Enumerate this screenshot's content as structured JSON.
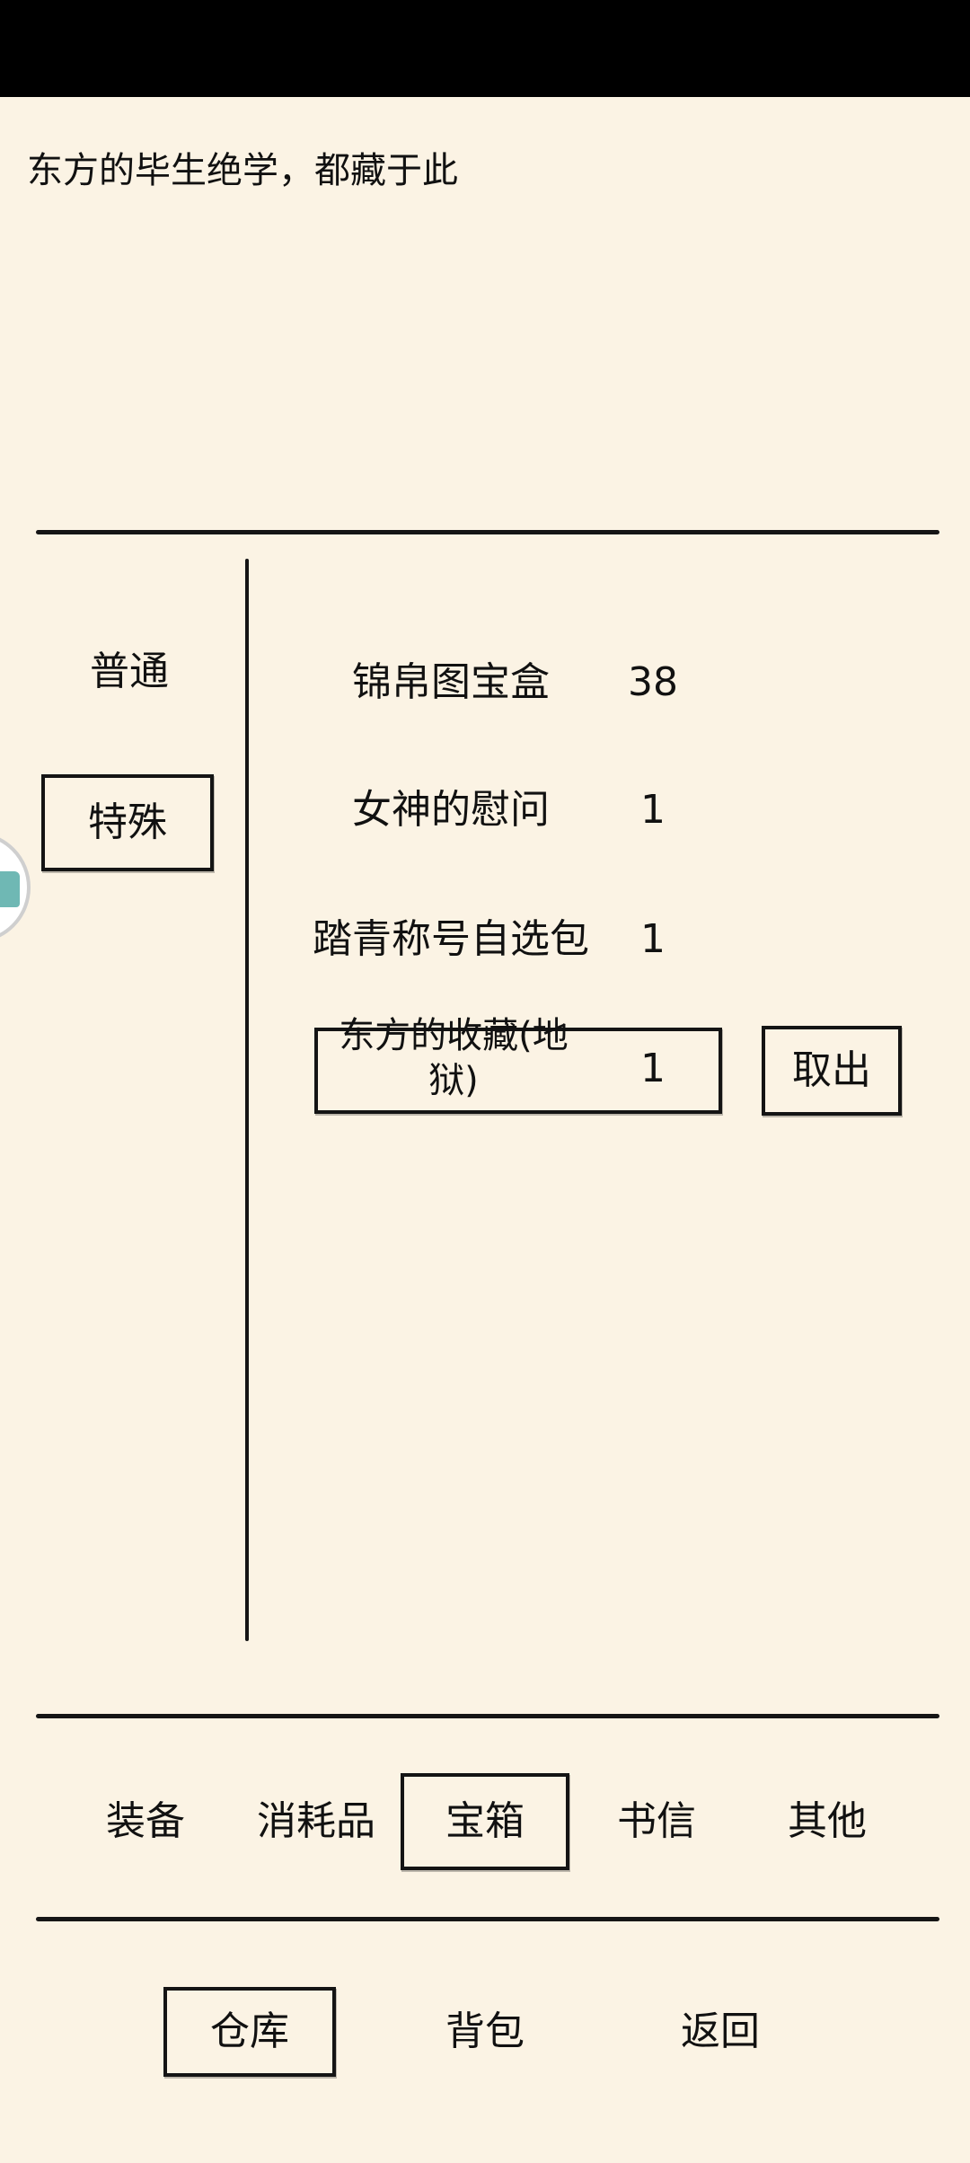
{
  "header": {
    "description": "东方的毕生绝学，都藏于此"
  },
  "left_tabs": {
    "normal": "普通",
    "special": "特殊"
  },
  "items": [
    {
      "name": "锦帛图宝盒",
      "count": "38"
    },
    {
      "name": "女神的慰问",
      "count": "1"
    },
    {
      "name": "踏青称号自选包",
      "count": "1"
    },
    {
      "name": "东方的收藏(地狱)",
      "count": "1"
    }
  ],
  "actions": {
    "take_out": "取出"
  },
  "categories": [
    "装备",
    "消耗品",
    "宝箱",
    "书信",
    "其他"
  ],
  "bottom_nav": [
    "仓库",
    "背包",
    "返回"
  ]
}
